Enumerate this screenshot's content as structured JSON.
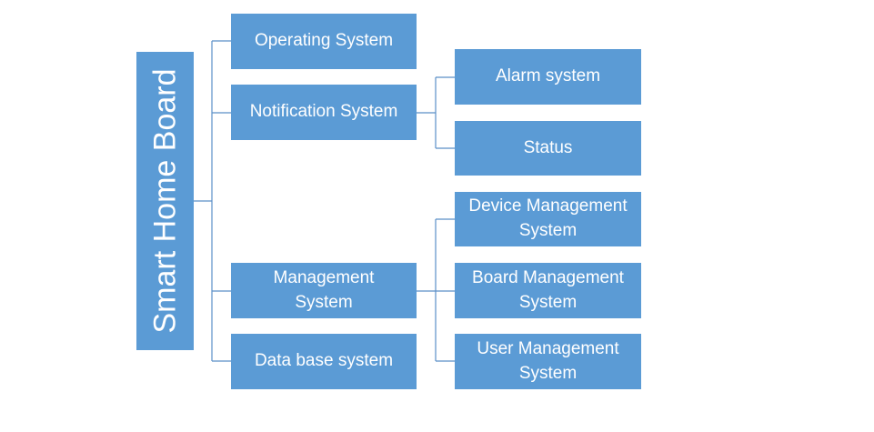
{
  "root": {
    "label": "Smart Home Board"
  },
  "level1": {
    "operating": "Operating System",
    "notification": "Notification System",
    "management": "Management System",
    "database": "Data base system"
  },
  "notification_children": {
    "alarm": "Alarm system",
    "status": "Status"
  },
  "management_children": {
    "device": "Device Management System",
    "board": "Board Management System",
    "user": "User Management System"
  },
  "colors": {
    "node_fill": "#5b9bd5",
    "connector": "#5b8fc7",
    "text": "#ffffff"
  }
}
